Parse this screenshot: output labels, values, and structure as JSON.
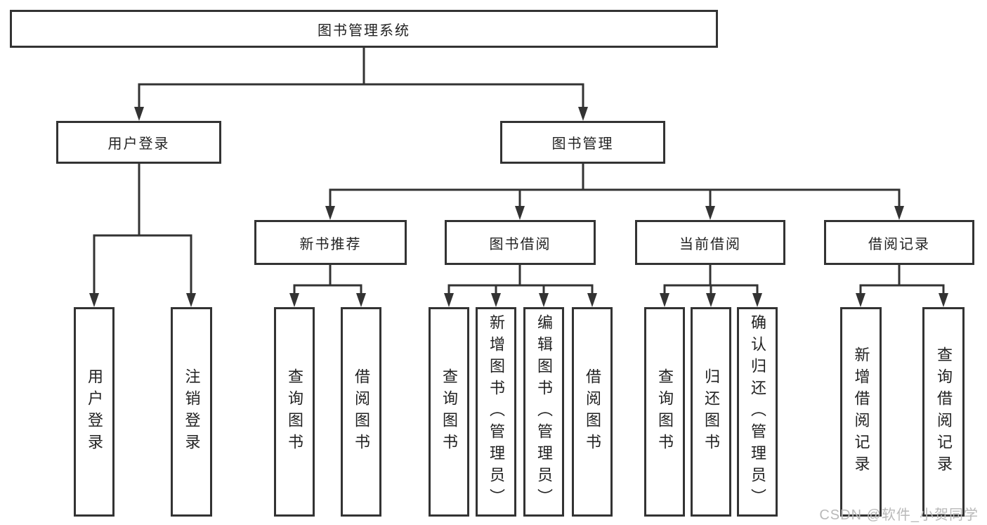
{
  "diagram": {
    "root": "图书管理系统",
    "level2": {
      "user_login": "用户登录",
      "book_mgmt": "图书管理"
    },
    "level3": {
      "new_book": "新书推荐",
      "borrow": "图书借阅",
      "current": "当前借阅",
      "records": "借阅记录"
    },
    "leaves": {
      "user": [
        "用户登录",
        "注销登录"
      ],
      "new_book": [
        "查询图书",
        "借阅图书"
      ],
      "borrow": [
        "查询图书",
        "新增图书（管理员）",
        "编辑图书（管理员）",
        "借阅图书"
      ],
      "current": [
        "查询图书",
        "归还图书",
        "确认归还（管理员）"
      ],
      "records": [
        "新增借阅记录",
        "查询借阅记录"
      ]
    }
  },
  "watermark": "CSDN @软件_小贺同学",
  "colors": {
    "line": "#333333",
    "box_border": "#333333",
    "text": "#222222",
    "watermark": "#b9b9b9"
  }
}
